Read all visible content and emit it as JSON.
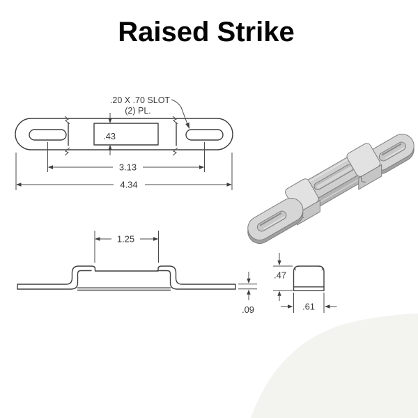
{
  "title": "Raised Strike",
  "top_view": {
    "slot_note": {
      "line1": ".20 X .70 SLOT",
      "line2": "(2) PL."
    },
    "dims": {
      "channel_width": ".43",
      "slot_center_spacing": "3.13",
      "overall_length": "4.34"
    }
  },
  "side_view": {
    "dims": {
      "recess_width": "1.25",
      "thickness": ".09"
    }
  },
  "end_view": {
    "dims": {
      "height": ".47",
      "width": ".61"
    }
  },
  "colors": {
    "background": "#ffffff",
    "drawing_line": "#3f3f3f",
    "dimension_line": "#4a4a4a",
    "text": "#3a3a3a",
    "metal_top_light": "#e2e2e2",
    "metal_top": "#d4d4d4",
    "metal_side": "#b2b2b2",
    "metal_under": "#a2a2a2",
    "metal_groove": "#bcbcbc",
    "render_outline": "#7e7e7e",
    "watermark": "#f3f3f0"
  }
}
